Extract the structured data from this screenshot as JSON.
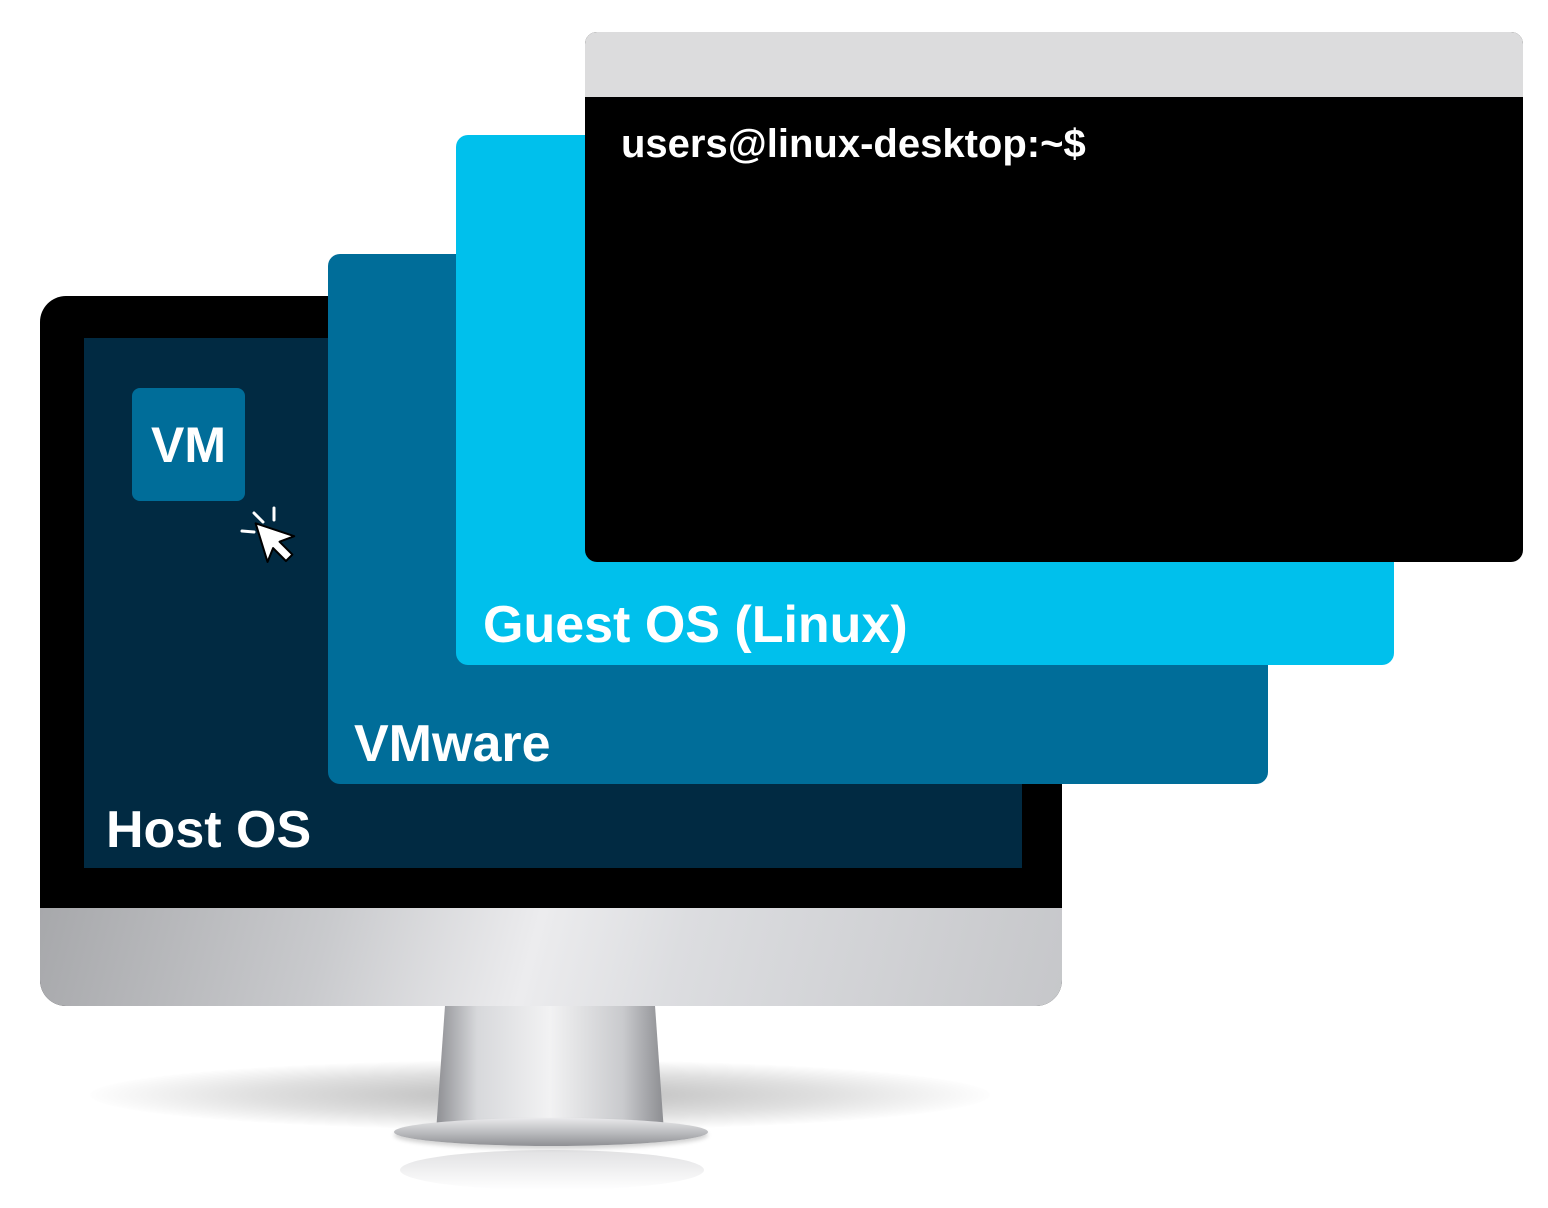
{
  "host": {
    "label": "Host OS",
    "vm_icon_label": "VM"
  },
  "vmware": {
    "label": "VMware"
  },
  "guest": {
    "label": "Guest OS (Linux)"
  },
  "terminal": {
    "prompt": "users@linux-desktop:~$"
  },
  "colors": {
    "host_screen": "#012a42",
    "vmware_panel": "#006d99",
    "guest_panel": "#00c0ec",
    "terminal_bg": "#000000",
    "terminal_titlebar": "#dcdcdd",
    "vm_icon": "#006d99",
    "text": "#ffffff"
  },
  "icons": {
    "cursor": "click-cursor-icon",
    "vm": "vm-app-icon"
  }
}
